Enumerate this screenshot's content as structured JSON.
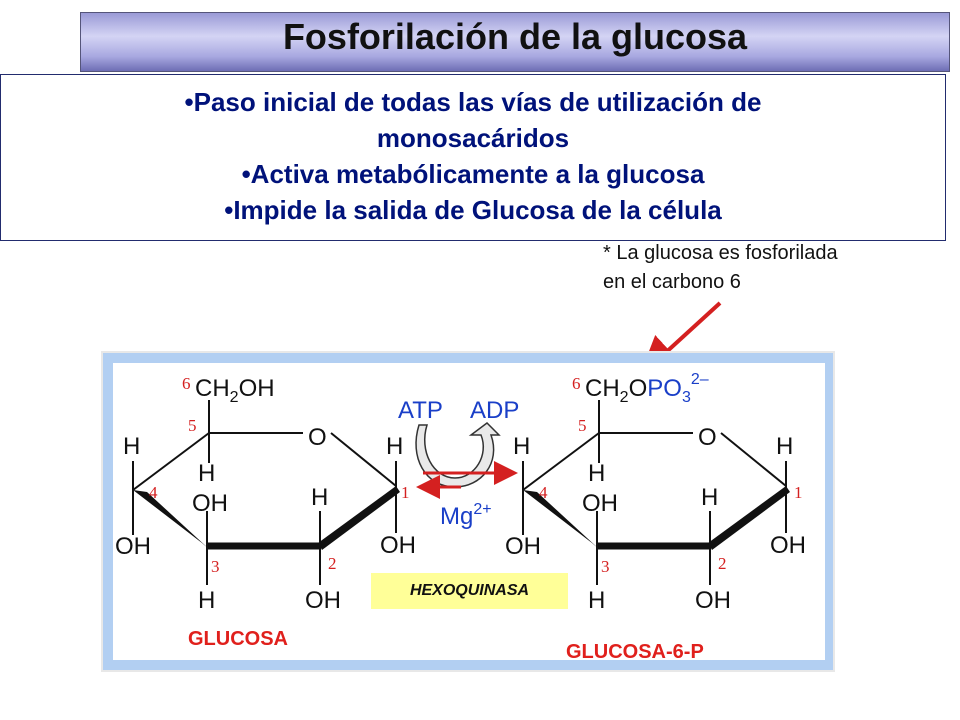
{
  "title": "Fosforilación de la glucosa",
  "bullets": [
    "•Paso inicial de todas las vías de utilización de",
    "monosacáridos",
    "•Activa metabólicamente a la glucosa",
    "•Impide la salida de Glucosa de la célula"
  ],
  "note": {
    "line1": "* La glucosa es fosforilada",
    "line2": "en el carbono 6"
  },
  "reaction": {
    "atp": "ATP",
    "adp": "ADP",
    "mg": "Mg",
    "mg_charge": "2+",
    "enzyme": "HEXOQUINASA"
  },
  "glucose": {
    "c6_group": "CH",
    "c6_sub": "2",
    "c6_oh": "OH",
    "ring_o": "O",
    "h": "H",
    "oh": "OH",
    "name": "GLUCOSA"
  },
  "g6p": {
    "c6_group": "CH",
    "c6_sub": "2",
    "c6_o": "O",
    "po": "PO",
    "po_sub": "3",
    "po_charge": "2–",
    "name": "GLUCOSA-6-P"
  },
  "carbon_numbers": [
    "1",
    "2",
    "3",
    "4",
    "5",
    "6"
  ],
  "colors": {
    "heading_text": "#00127a",
    "carbon_numbers": "#d42020",
    "reaction_text": "#1a3fc8",
    "name_labels": "#e0201c",
    "enzyme_bg": "#ffff98",
    "panel_border": "#b2cff2"
  }
}
